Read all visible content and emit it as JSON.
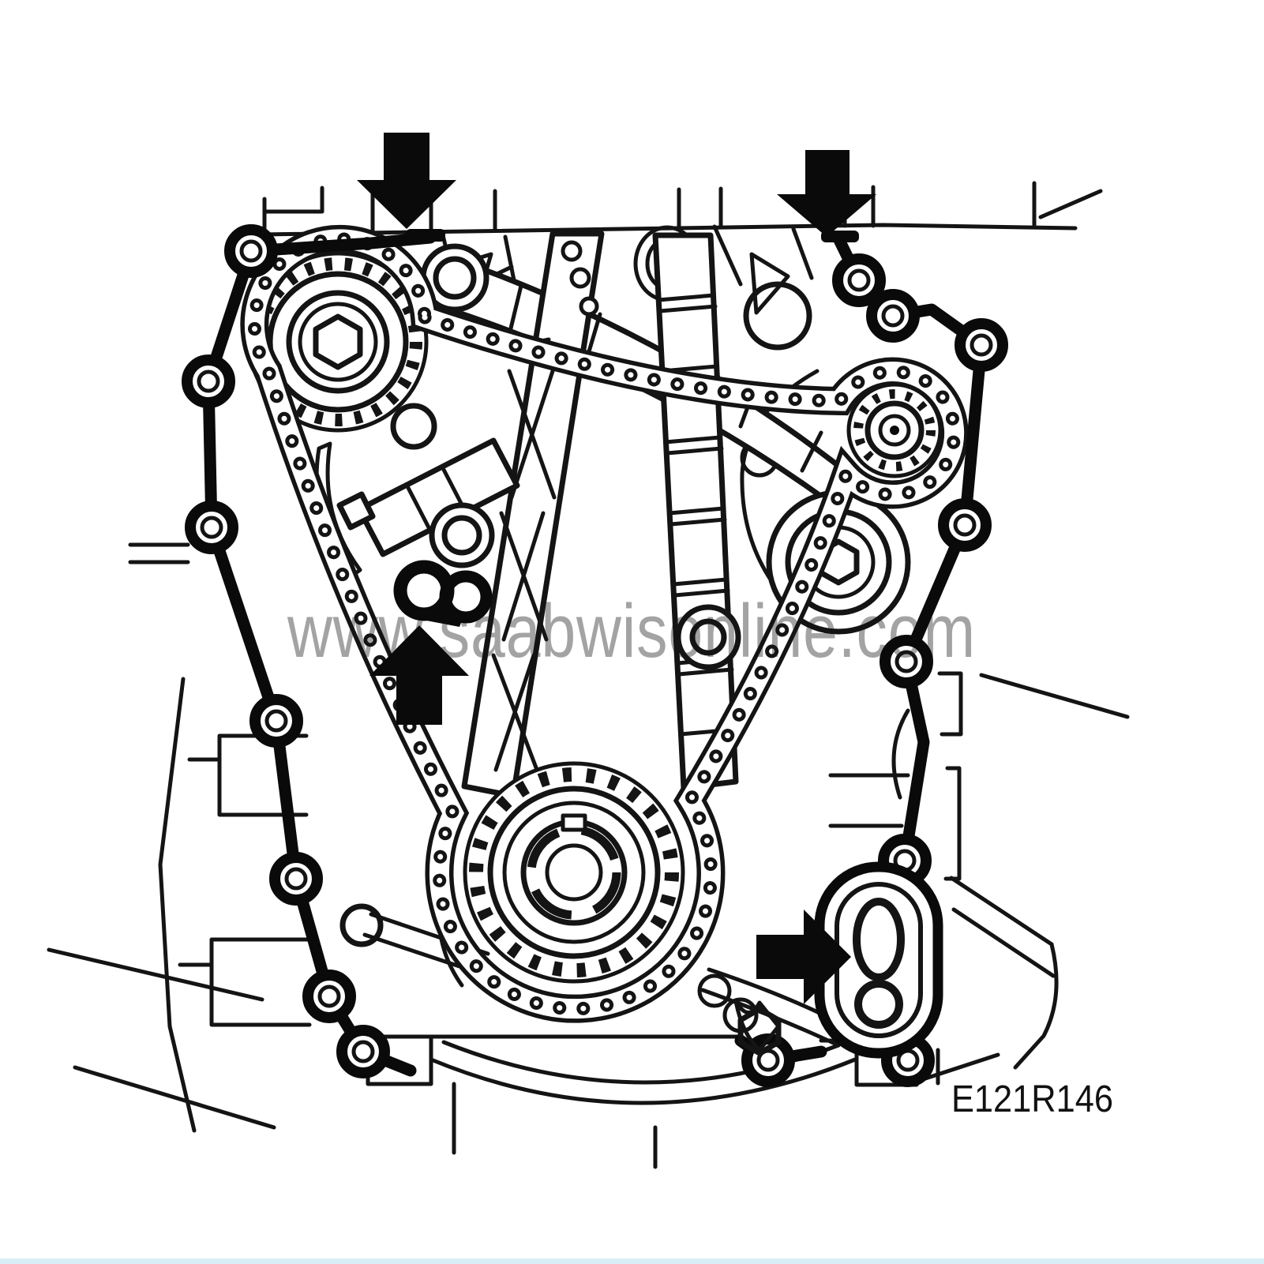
{
  "figure": {
    "watermark": "www.saabwisonline.com",
    "code": "E121R146"
  },
  "colors": {
    "ink": "#141414",
    "paper": "#ffffff",
    "watermark_gray": "#8f8f8f",
    "arrow_black": "#0a0a0a",
    "footer_strip_blue": "#d9edf4"
  },
  "annotations": {
    "arrows": [
      {
        "id": "arrow-top-left",
        "direction": "down"
      },
      {
        "id": "arrow-top-right",
        "direction": "down"
      },
      {
        "id": "arrow-tensioner",
        "direction": "up"
      },
      {
        "id": "arrow-oil-port",
        "direction": "right"
      }
    ]
  }
}
